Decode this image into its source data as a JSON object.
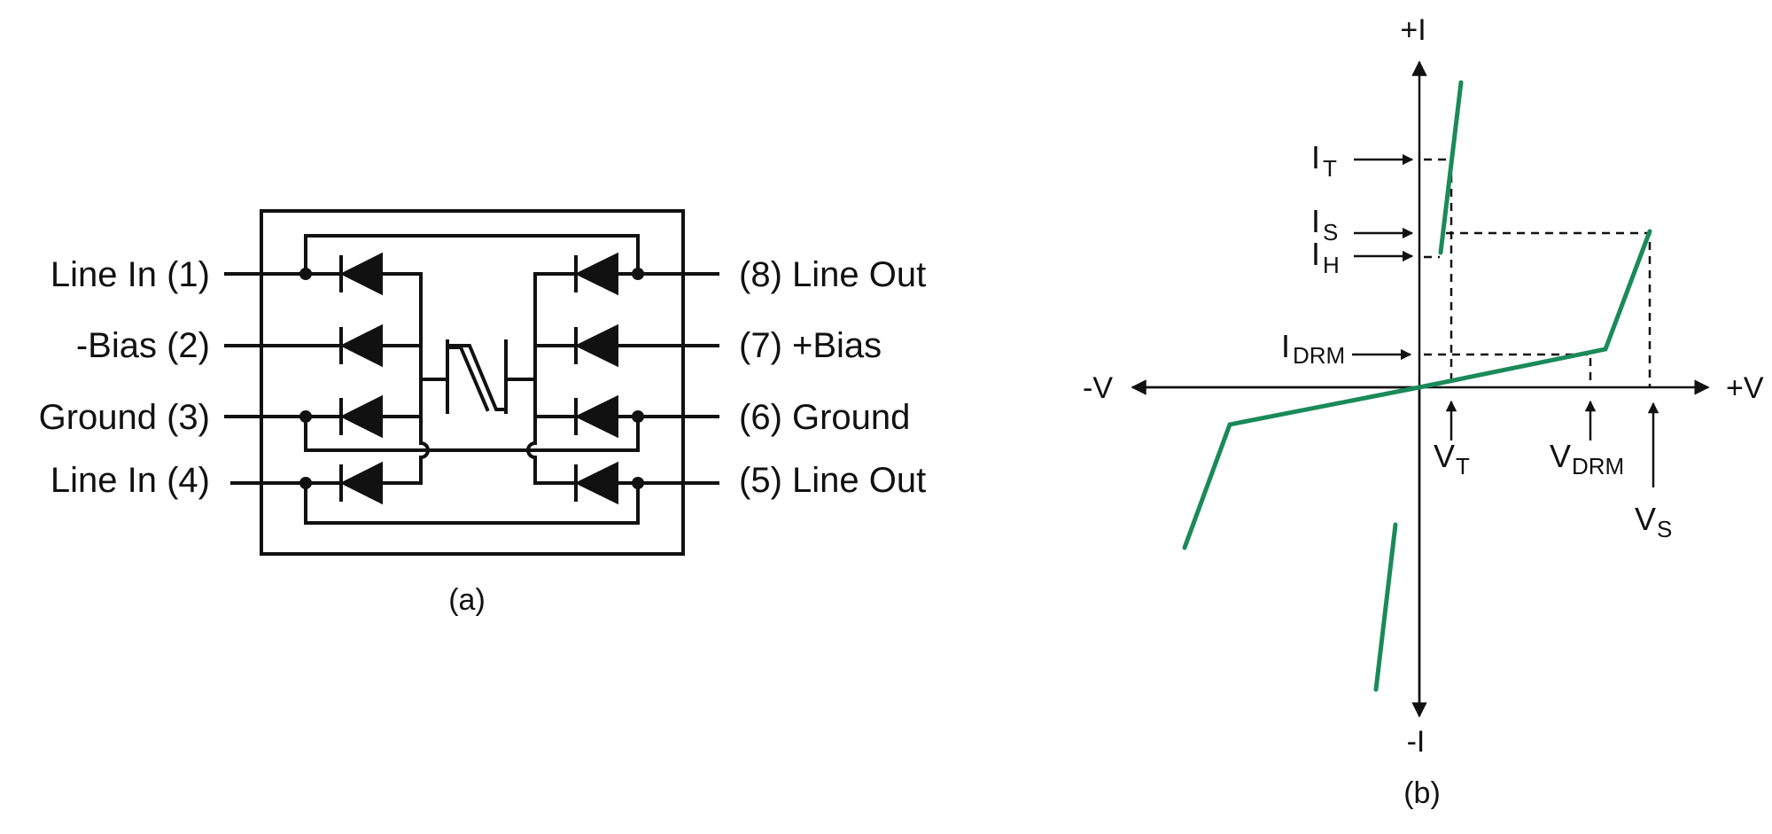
{
  "panel_a": {
    "caption": "(a)",
    "pins": {
      "p1": "Line In (1)",
      "p2": "-Bias (2)",
      "p3": "Ground (3)",
      "p4": "Line In (4)",
      "p5": "(5) Line Out",
      "p6": "(6) Ground",
      "p7": "(7) +Bias",
      "p8": "(8) Line Out"
    }
  },
  "panel_b": {
    "caption": "(b)",
    "axes": {
      "pos_i": "+I",
      "neg_i": "-I",
      "pos_v": "+V",
      "neg_v": "-V"
    },
    "current_markers": [
      {
        "main": "I",
        "sub": "T"
      },
      {
        "main": "I",
        "sub": "S"
      },
      {
        "main": "I",
        "sub": "H"
      },
      {
        "main": "I",
        "sub": "DRM"
      }
    ],
    "voltage_markers": [
      {
        "main": "V",
        "sub": "T"
      },
      {
        "main": "V",
        "sub": "DRM"
      },
      {
        "main": "V",
        "sub": "S"
      }
    ],
    "curve_color": "#1a8a5a"
  }
}
